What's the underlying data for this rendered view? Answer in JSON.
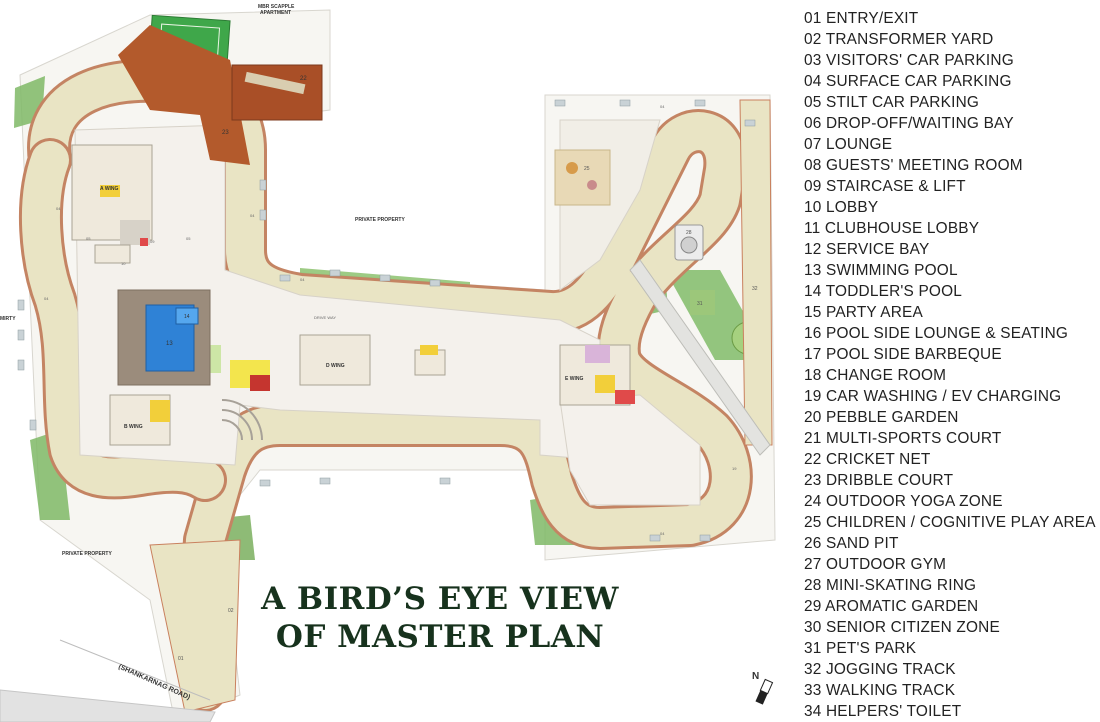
{
  "title": {
    "line1": "A BIRD’S EYE VIEW",
    "line2": "OF MASTER PLAN"
  },
  "legend": [
    "01 ENTRY/EXIT",
    "02 TRANSFORMER YARD",
    "03 VISITORS' CAR PARKING",
    "04 SURFACE CAR PARKING",
    "05 STILT CAR PARKING",
    "06 DROP-OFF/WAITING BAY",
    "07 LOUNGE",
    "08 GUESTS' MEETING ROOM",
    "09 STAIRCASE & LIFT",
    "10 LOBBY",
    "11 CLUBHOUSE LOBBY",
    "12 SERVICE BAY",
    "13 SWIMMING POOL",
    "14 TODDLER'S POOL",
    "15 PARTY AREA",
    "16 POOL SIDE LOUNGE & SEATING",
    "17 POOL SIDE BARBEQUE",
    "18 CHANGE ROOM",
    "19 CAR WASHING / EV CHARGING",
    "20 PEBBLE GARDEN",
    "21 MULTI-SPORTS COURT",
    "22 CRICKET NET",
    "23 DRIBBLE COURT",
    "24 OUTDOOR YOGA ZONE",
    "25 CHILDREN / COGNITIVE PLAY AREA",
    "26 SAND PIT",
    "27 OUTDOOR GYM",
    "28 MINI-SKATING RING",
    "29 AROMATIC GARDEN",
    "30 SENIOR CITIZEN ZONE",
    "31 PET'S PARK",
    "32 JOGGING TRACK",
    "33 WALKING TRACK",
    "34 HELPERS' TOILET"
  ],
  "map_labels": {
    "neighbor_top": "MBR SCAPPLE",
    "neighbor_top2": "APARTMENT",
    "private_property_1": "PRIVATE PROPERTY",
    "private_property_2": "PRIVATE PROPERTY",
    "edge_left": "MIRTY",
    "road": "(SHANKARNAG ROAD)",
    "north": "N",
    "wing_a": "A WING",
    "wing_b": "B WING",
    "wing_d": "D WING",
    "wing_e": "E WING",
    "drive_way": "DRIVE WAY"
  },
  "zone_numbers": {
    "z21": "21",
    "z22": "22",
    "z23": "23",
    "z13": "13",
    "z14": "14",
    "z25": "25",
    "z28": "28",
    "z30": "30",
    "z31": "31",
    "z01": "01",
    "z02": "02",
    "z04a": "04",
    "z04b": "04",
    "z04c": "04",
    "z04d": "04",
    "z04e": "04",
    "z04f": "04",
    "z05a": "05",
    "z05b": "05",
    "z09": "09",
    "z10": "10",
    "z32": "32",
    "z19": "19"
  },
  "colors": {
    "road": "#e9e4c4",
    "road_edge": "#c9805e",
    "grass": "#6aa84f",
    "plaza": "#f4f1ec",
    "pool": "#2f82d6",
    "clay": "#b35a2c",
    "court": "#3fa74a",
    "title": "#17321d"
  }
}
